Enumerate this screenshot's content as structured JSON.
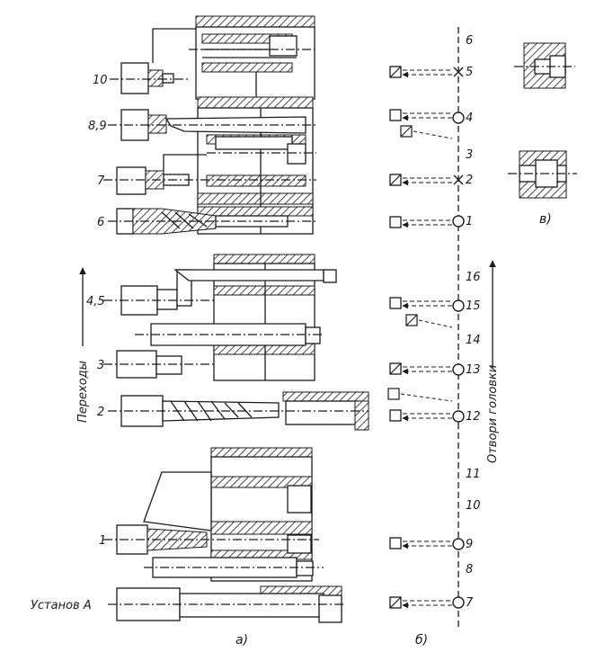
{
  "labels": {
    "ops_left": [
      "10",
      "8,9",
      "7",
      "6",
      "4,5",
      "3",
      "2",
      "1"
    ],
    "setup": "Установ А",
    "axis_left": "Переходы",
    "axis_right": "Отвори головки",
    "part_a": "а)",
    "part_b": "б)",
    "part_v": "в)"
  },
  "flow": {
    "nodes": [
      {
        "num": "6",
        "kind": "line"
      },
      {
        "num": "5",
        "kind": "cross"
      },
      {
        "num": "4",
        "kind": "circle"
      },
      {
        "num": "3",
        "kind": "line"
      },
      {
        "num": "2",
        "kind": "cross"
      },
      {
        "num": "1",
        "kind": "circle"
      },
      {
        "num": "16",
        "kind": "line"
      },
      {
        "num": "15",
        "kind": "circle"
      },
      {
        "num": "14",
        "kind": "line"
      },
      {
        "num": "13",
        "kind": "circle"
      },
      {
        "num": "12",
        "kind": "circle"
      },
      {
        "num": "11",
        "kind": "line"
      },
      {
        "num": "10",
        "kind": "line"
      },
      {
        "num": "9",
        "kind": "circle"
      },
      {
        "num": "8",
        "kind": "line"
      },
      {
        "num": "7",
        "kind": "circle"
      }
    ]
  }
}
